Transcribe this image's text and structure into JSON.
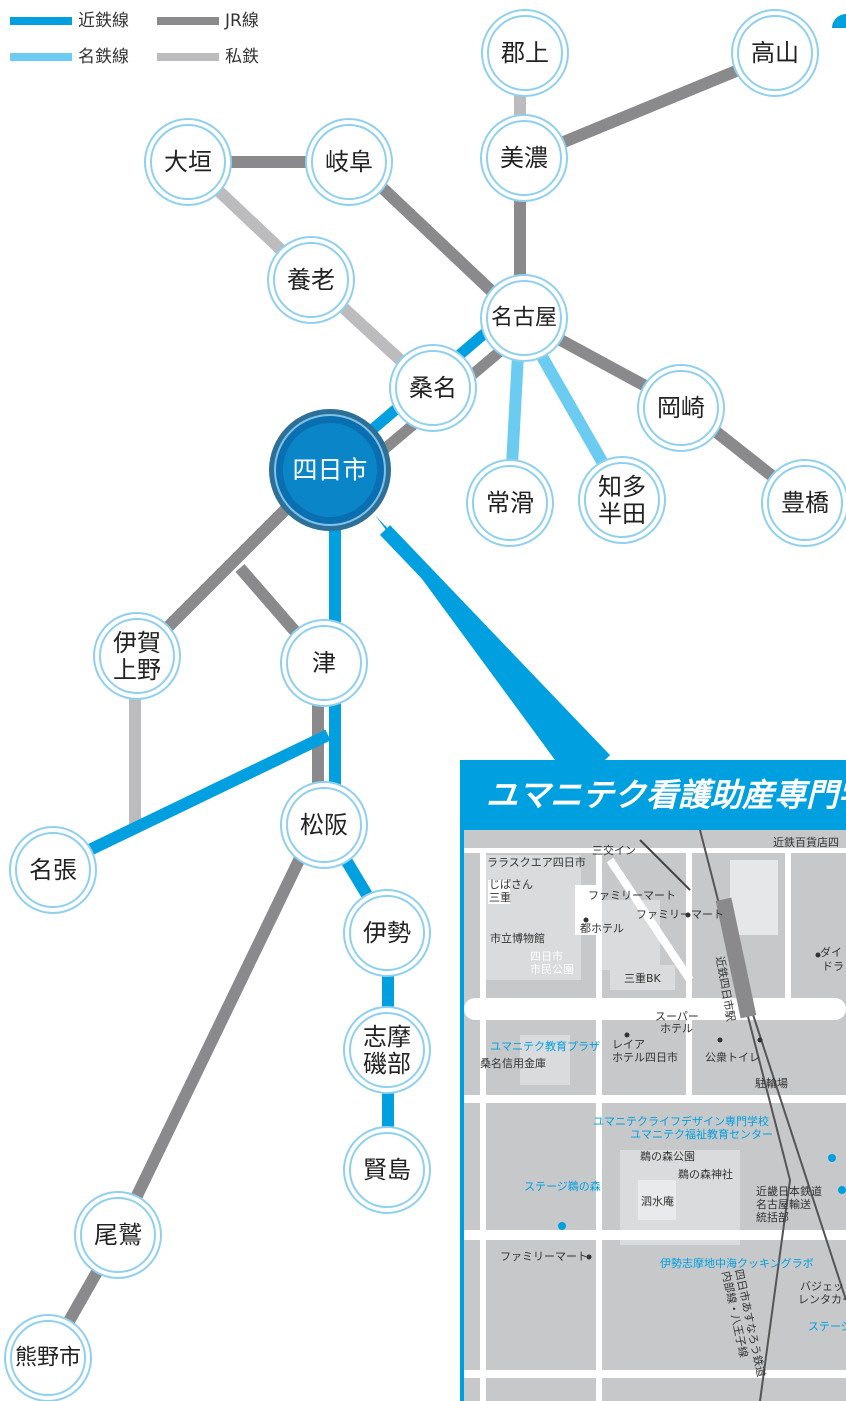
{
  "legend": [
    {
      "label": "近鉄線",
      "color": "#00a0e0"
    },
    {
      "label": "JR線",
      "color": "#8a8a8d"
    },
    {
      "label": "名鉄線",
      "color": "#6ccbf0"
    },
    {
      "label": "私鉄",
      "color": "#bcbcbe"
    }
  ],
  "colors": {
    "kintetsu": "#00a0e0",
    "jr": "#8a8a8d",
    "meitetsu": "#6ccbf0",
    "private": "#bcbcbe",
    "hub": "#0a6fb0",
    "circle_border": "#8fd0ee",
    "map_bg": "#c7c8ca",
    "map_block": "#dadbdc",
    "map_road": "#ffffff",
    "map_blue": "#00a0e0"
  },
  "stations": {
    "gujo": "郡上",
    "takayama": "高山",
    "mino": "美濃",
    "ogaki": "大垣",
    "gifu": "岐阜",
    "yoro": "養老",
    "nagoya": "名古屋",
    "kuwana": "桑名",
    "okazaki": "岡崎",
    "yokkaichi": "四日市",
    "tokoname": "常滑",
    "chita1": "知多",
    "chita2": "半田",
    "toyohashi": "豊橋",
    "iga1": "伊賀",
    "iga2": "上野",
    "tsu": "津",
    "nabari": "名張",
    "matsusaka": "松阪",
    "ise": "伊勢",
    "shima1": "志摩",
    "shima2": "磯部",
    "kashikojima": "賢島",
    "owase": "尾鷲",
    "kumano": "熊野市"
  },
  "inset": {
    "title": "ユマニテク看護助産専門学",
    "labels": {
      "sankoin": "三交イン",
      "kintetsu_dept": "近鉄百貨店四",
      "lalasquare": "ララスクエア四日市",
      "jibasan1": "じばさん",
      "jibasan2": "三重",
      "familymart1": "ファミリーマート",
      "familymart2": "ファミリーマート",
      "miyako": "都ホテル",
      "museum": "市立博物館",
      "park1": "四日市",
      "park2": "市民公園",
      "mie_bk": "三重BK",
      "station": "近鉄四日市駅",
      "daiwa": "ダイ",
      "daiwa2": "ドラ",
      "super1": "スーパー",
      "super2": "ホテル",
      "humanitec_plaza": "ユマニテク教育プラザ",
      "kuwana_shinkin": "桑名信用金庫",
      "leia1": "レイア",
      "leia2": "ホテル四日市",
      "toilet": "公衆トイレ",
      "parking": "駐輪場",
      "life_design": "ユマニテクライフデザイン専門学校",
      "welfare": "ユマニテク福祉教育センター",
      "unomori_park": "鵜の森公園",
      "shrine": "鵜の森神社",
      "stage_unomori": "ステージ鵜の森",
      "shisuian": "泗水庵",
      "kintetsu_transport1": "近畿日本鉄道",
      "kintetsu_transport2": "名古屋輸送",
      "kintetsu_transport3": "統括部",
      "familymart3": "ファミリーマート",
      "cooking": "伊勢志摩地中海クッキングラボ",
      "budget1": "バジェット",
      "budget2": "レンタカー",
      "stage2": "ステージ",
      "asunarou": "四日市あすなろう鉄道",
      "asunarou2": "内部線・八王子線"
    }
  }
}
